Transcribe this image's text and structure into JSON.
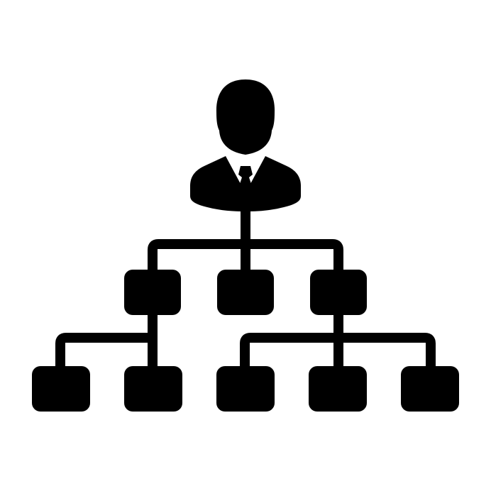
{
  "icon": {
    "name": "organization-hierarchy-icon",
    "fill_color": "#000000",
    "background_color": "#ffffff",
    "root": "person-with-tie",
    "levels": [
      {
        "level": 1,
        "node_count": 3
      },
      {
        "level": 2,
        "node_count": 5
      }
    ]
  }
}
